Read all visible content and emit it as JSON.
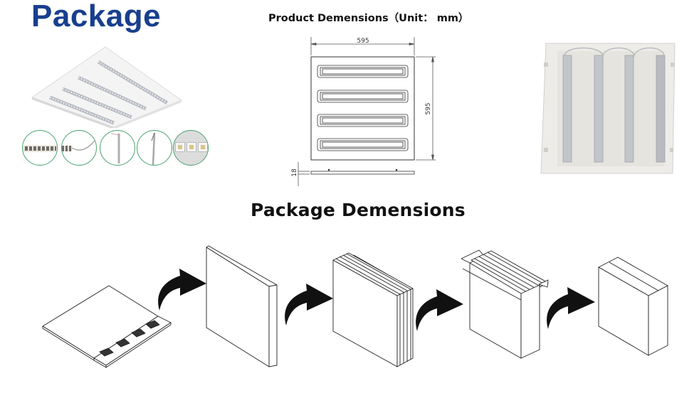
{
  "header": {
    "title": "Package",
    "title_color": "#183f8e"
  },
  "product_dimensions": {
    "title": "Product Demensions（Unit： mm）",
    "width_label": "595",
    "height_label": "595",
    "thickness_label": "18",
    "unit": "mm",
    "led_strip_count": 4
  },
  "product_images": {
    "panel_photo": "led-panel-light-photo",
    "back_photo": "panel-back-view-photo",
    "detail_circles": [
      {
        "name": "led-strip-detail"
      },
      {
        "name": "cable-connector-detail"
      },
      {
        "name": "side-profile-detail"
      },
      {
        "name": "edge-profile-detail"
      },
      {
        "name": "led-chip-closeup"
      }
    ],
    "circle_border_color": "#4aa36f"
  },
  "package_section": {
    "title": "Package Demensions",
    "steps": [
      {
        "name": "panel-with-foam-protectors"
      },
      {
        "name": "wrapped-single-panel"
      },
      {
        "name": "stacked-panels"
      },
      {
        "name": "panels-in-open-carton"
      },
      {
        "name": "sealed-carton"
      }
    ],
    "arrow_color": "#111111"
  }
}
